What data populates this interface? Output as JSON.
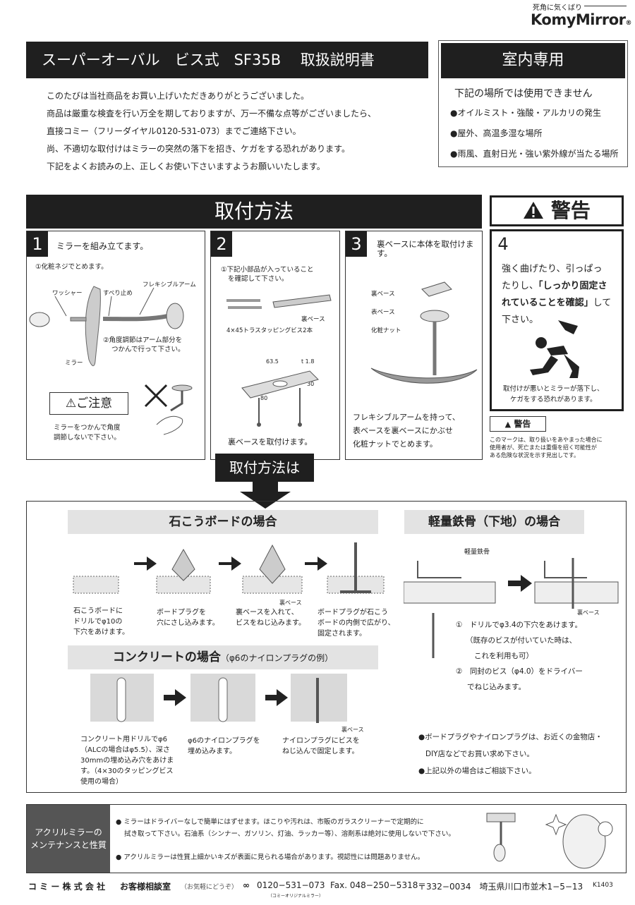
{
  "header": {
    "tagline": "死角に気くばり",
    "brand": "KomyMirror",
    "registered": "®"
  },
  "title": {
    "main": "スーパーオーバル　ビス式　SF35B　 取扱説明書"
  },
  "indoor": {
    "title": "室内専用",
    "lead": "下記の場所では使用できません",
    "items": [
      "●オイルミスト・強酸・アルカリの発生",
      "●屋外、高温多湿な場所",
      "●雨風、直射日光・強い紫外線が当たる場所"
    ]
  },
  "intro": {
    "lines": [
      "このたびは当社商品をお買い上げいただきありがとうございました。",
      "商品は厳重な検査を行い万全を期しておりますが、万一不備な点等がございましたら、",
      "直接コミー（フリーダイヤル0120-531-073）までご連絡下さい。",
      "尚、不適切な取付けはミラーの突然の落下を招き、ケガをする恐れがあります。",
      "下記をよくお読みの上、正しくお使い下さいますようお願いいたします。"
    ]
  },
  "install_title": "取付方法",
  "warning": {
    "title": "警告",
    "icon": "warning-triangle-icon"
  },
  "steps": {
    "s1": {
      "num": "1",
      "title": "ミラーを組み立てます。",
      "note1": "①化粧ネジでとめます。",
      "washer": "ワッシャー",
      "stopper": "すべり止め",
      "arm": "フレキシブルアーム",
      "note2a": "②角度調節はアーム部分を",
      "note2b": "つかんで行って下さい。",
      "mirror": "ミラー",
      "caution_title": "ご注意",
      "caution_text1": "ミラーをつかんで角度",
      "caution_text2": "調節しないで下さい。"
    },
    "s2": {
      "num": "2",
      "note1a": "①下記小部品が入っていること",
      "note1b": "を確認して下さい。",
      "back_base": "裏ベース",
      "screws": "4×45トラスタッピングビス2本",
      "dim_w": "63.5",
      "dim_t": "t 1.8",
      "dim_h": "30",
      "dim_l": "80",
      "caption": "裏ベースを取付けます。"
    },
    "s3": {
      "num": "3",
      "title": "裏ベースに本体を取付けます。",
      "back_base": "裏ベース",
      "front_base": "表ベース",
      "nut": "化粧ナット",
      "caption1": "フレキシブルアームを持って、",
      "caption2": "表ベースを裏ベースにかぶせ",
      "caption3": "化粧ナットでとめます。"
    },
    "s4": {
      "num": "4",
      "text1": "強く曲げたり、引っぱっ",
      "text2": "たりし、",
      "text_bold1": "「しっかり固定さ",
      "text_bold2": "れていることを確認」",
      "text3": "して",
      "text4": "下さい。",
      "caption1": "取付けが悪いとミラーが落下し、",
      "caption2": "ケガをする恐れがあります。"
    }
  },
  "warn_note": {
    "label": "警告",
    "text1": "このマークは、取り扱いをあやまった場合に",
    "text2": "使用者が、死亡または重傷を招く可能性が",
    "text3": "ある危険な状況を示す見出しです。"
  },
  "methods": {
    "banner": "取付方法は",
    "gypsum": {
      "title": "石こうボードの場合",
      "c1": [
        "石こうボードに",
        "ドリルでφ10の",
        "下穴をあけます。"
      ],
      "c2": [
        "ボードプラグを",
        "穴にさし込みます。"
      ],
      "c3": [
        "裏ベースを入れて、",
        "ビスをねじ込みます。"
      ],
      "c4": [
        "ボードプラグが石こう",
        "ボードの内側で広がり、",
        "固定されます。"
      ],
      "back_base": "裏ベース"
    },
    "steel": {
      "title": "軽量鉄骨（下地）の場合",
      "label": "軽量鉄骨",
      "back_base": "裏ベース",
      "step1": "①　ドリルでφ3.4の下穴をあけます。",
      "step1b": "（既存のビスが付いていた時は、",
      "step1c": "これを利用も可）",
      "step2": "②　同封のビス（φ4.0）をドライバー",
      "step2b": "でねじ込みます。"
    },
    "concrete": {
      "title": "コンクリートの場合",
      "subtitle": "（φ6のナイロンプラグの例）",
      "c1": [
        "コンクリート用ドリルでφ6",
        "（ALCの場合はφ5.5）、深さ",
        "30mmの埋め込み穴をあけま",
        "す。（4×30のタッピングビス",
        "使用の場合）"
      ],
      "c2": [
        "φ6のナイロンプラグを",
        "埋め込みます。"
      ],
      "c3": [
        "ナイロンプラグにビスを",
        "ねじ込んで固定します。"
      ],
      "back_base": "裏ベース"
    },
    "notes": [
      "●ボードプラグやナイロンプラグは、お近くの金物店・",
      "DIY店などでお買い求め下さい。",
      "●上記以外の場合はご相談下さい。"
    ]
  },
  "maintenance": {
    "label1": "アクリルミラーの",
    "label2": "メンテナンスと性質",
    "p1a": "● ミラーはドライバーなしで簡単にはずせます。ほこりや汚れは、市販のガラスクリーナーで定期的に",
    "p1b": "拭き取って下さい。石油系（シンナー、ガソリン、灯油、ラッカー等）、溶剤系は絶対に使用しないで下さい。",
    "p2": "● アクリルミラーは性質上細かいキズが表面に見られる場合があります。視認性には問題ありません。"
  },
  "footer": {
    "company": "コ ミ ー 株 式 会 社",
    "consult": "お客様相談室",
    "consult_sub": "（お気軽にどうぞ）",
    "freedial": "0120−531−073",
    "freedial_sub": "（コミーオリジナルミラー）",
    "fax": "Fax. 048−250−5318",
    "address": "〒332−0034　埼玉県川口市並木1−5−13",
    "code": "K1403"
  }
}
